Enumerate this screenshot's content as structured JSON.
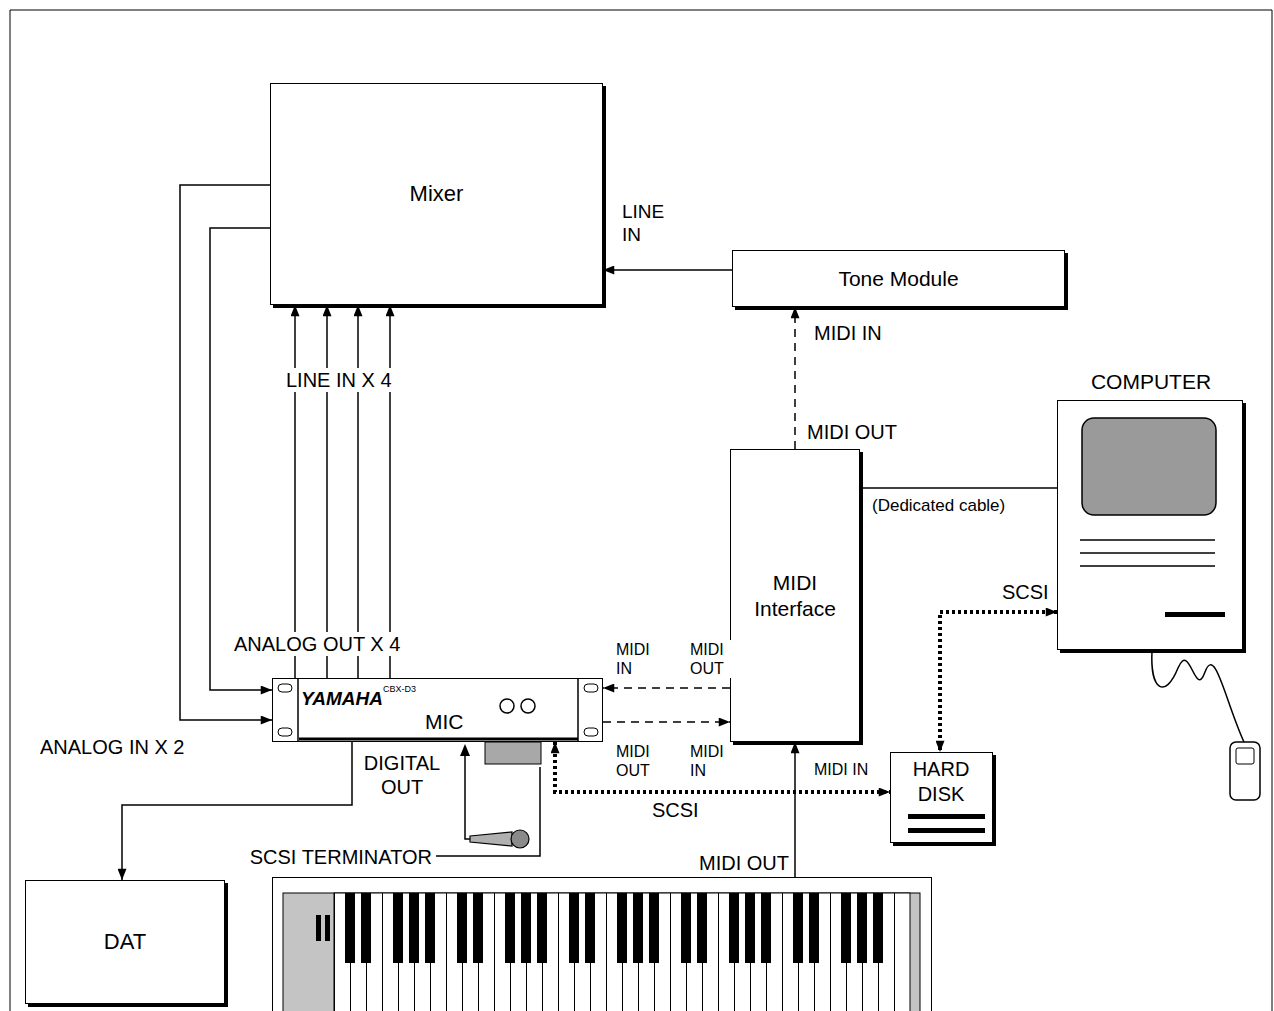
{
  "diagram": {
    "nodes": [
      {
        "text": [
          "Mixer"
        ]
      },
      {
        "text": [
          "Tone Module"
        ]
      },
      {
        "text": [
          "COMPUTER"
        ]
      },
      {
        "text": [
          "MIDI Interface"
        ]
      },
      {
        "text": [
          "YAMAHA",
          "CBX-D3",
          "MIC"
        ]
      },
      {
        "text": [
          "HARD DISK"
        ]
      },
      {
        "text": [
          "DAT"
        ]
      },
      {
        "text": [
          "MIDI OUT"
        ]
      }
    ],
    "edges": [
      {
        "from": 4,
        "to": 0,
        "arrow": "to"
      },
      {
        "from": 4,
        "to": 0,
        "arrow": "to"
      },
      {
        "from": 4,
        "to": 0,
        "arrow": "to"
      },
      {
        "from": 4,
        "to": 0,
        "arrow": "to"
      },
      {
        "from": 0,
        "to": 4,
        "arrow": "to"
      },
      {
        "from": 0,
        "to": 4,
        "arrow": "to"
      },
      {
        "from": 1,
        "to": 0,
        "arrow": "to"
      },
      {
        "from": 3,
        "to": 1,
        "arrow": "to"
      },
      {
        "from": 3,
        "to": 4,
        "arrow": "to"
      },
      {
        "from": 4,
        "to": 3,
        "arrow": "to"
      },
      {
        "from": 2,
        "to": 3,
        "label": "(Dedicated cable)",
        "arrow": "none"
      },
      {
        "from": 2,
        "to": 5,
        "label": "SCSI",
        "arrow": "both"
      },
      {
        "from": 4,
        "to": 5,
        "label": "SCSI",
        "arrow": "both"
      },
      {
        "from": 4,
        "to": 6,
        "label": "DIGITAL OUT",
        "arrow": "to"
      },
      {
        "from": 7,
        "to": 3,
        "arrow": "to"
      }
    ],
    "labels": [
      "LINE IN X 4",
      "ANALOG OUT X 4",
      "ANALOG IN X 2",
      "LINE IN",
      "MIDI IN",
      "MIDI OUT",
      "MIDI IN",
      "MIDI OUT",
      "MIDI OUT",
      "MIDI IN",
      "MIDI IN",
      "SCSI TERMINATOR"
    ]
  }
}
